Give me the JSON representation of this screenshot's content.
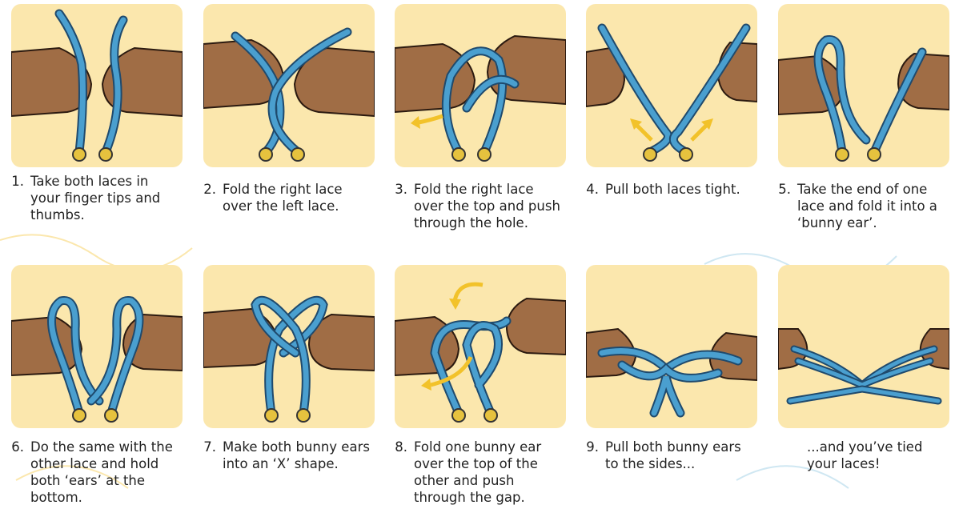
{
  "colors": {
    "panel": "#fbe7ad",
    "lace": "#4a9fcf",
    "lace_outline": "#1f4a6d",
    "skin": "#a06d45",
    "eyelet": "#e6c23e",
    "arrow": "#f2c22a",
    "text": "#222222"
  },
  "steps": [
    {
      "number": "1.",
      "text": "Take both laces in your finger tips and thumbs."
    },
    {
      "number": "2.",
      "text": "Fold the right lace over the left lace."
    },
    {
      "number": "3.",
      "text": "Fold the right lace over the top and push through the hole."
    },
    {
      "number": "4.",
      "text": "Pull both laces tight."
    },
    {
      "number": "5.",
      "text": "Take the end of one lace and fold it into a ‘bunny ear’."
    },
    {
      "number": "6.",
      "text": "Do the same with the other lace and hold both ‘ears’ at the bottom."
    },
    {
      "number": "7.",
      "text": "Make both bunny ears into an ‘X’ shape."
    },
    {
      "number": "8.",
      "text": "Fold one bunny ear over the top of the other and push through the gap."
    },
    {
      "number": "9.",
      "text": "Pull both bunny ears to the sides..."
    },
    {
      "number": "",
      "text": "...and you’ve tied your laces!"
    }
  ]
}
